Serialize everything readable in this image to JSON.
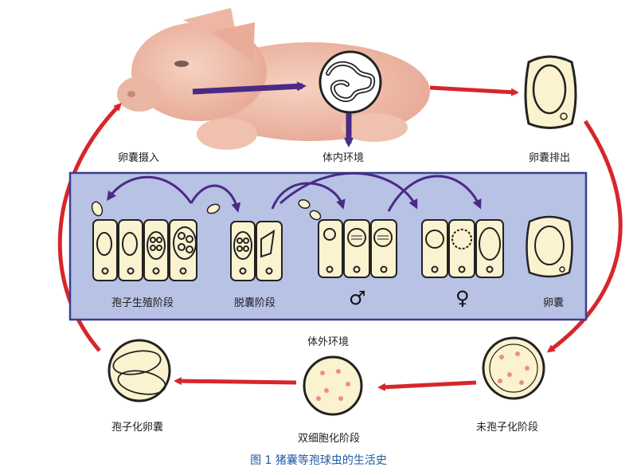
{
  "labels": {
    "oocyst_ingest": "卵囊摄入",
    "internal_env": "体内环境",
    "oocyst_excrete": "卵囊排出",
    "sporogony": "孢子生殖阶段",
    "excystation": "脱囊阶段",
    "male": "♂",
    "female": "♀",
    "oocyst": "卵囊",
    "external_env": "体外环境",
    "unsporulated": "未孢子化阶段",
    "bisporocyst": "双细胞化阶段",
    "sporulated": "孢子化卵囊"
  },
  "caption": "图 1  猪囊等孢球虫的生活史",
  "colors": {
    "cycle_arrow": "#d7262b",
    "purple_arrow": "#4b2a84",
    "panel_fill": "#b7c2e4",
    "panel_border": "#3a3f8f",
    "cell_fill": "#fbf2cf",
    "caption": "#1f5aa6"
  }
}
